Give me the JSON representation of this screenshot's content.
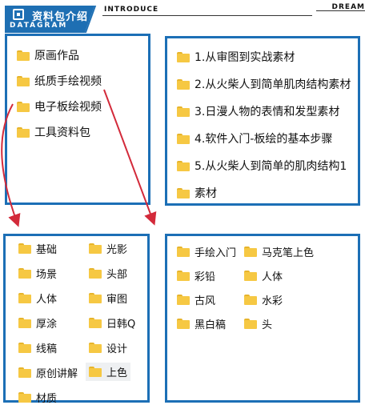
{
  "header": {
    "title": "资料包介绍",
    "subtitle": "DATAGRAM",
    "intro": "INTRODUCE",
    "dream": "DREAM"
  },
  "top_left": [
    "原画作品",
    "纸质手绘视频",
    "电子板绘视频",
    "工具资料包"
  ],
  "top_right": [
    "1.从审图到实战素材",
    "2.从火柴人到简单肌肉结构素材",
    "3.日漫人物的表情和发型素材",
    "4.软件入门-板绘的基本步骤",
    "5.从火柴人到简单的肌肉结构1",
    "素材"
  ],
  "bottom_left": {
    "col1": [
      "基础",
      "场景",
      "人体",
      "厚涂",
      "线稿",
      "原创讲解",
      "材质"
    ],
    "col2": [
      "光影",
      "头部",
      "审图",
      "日韩Q",
      "设计",
      "上色"
    ]
  },
  "bottom_right": {
    "col1": [
      "手绘入门",
      "彩铅",
      "古风",
      "黑白稿"
    ],
    "col2": [
      "马克笔上色",
      "人体",
      "水彩",
      "头"
    ]
  },
  "colors": {
    "accent": "#1e6fb3",
    "arrow": "#d32a3a",
    "folder": "#f6c843"
  }
}
